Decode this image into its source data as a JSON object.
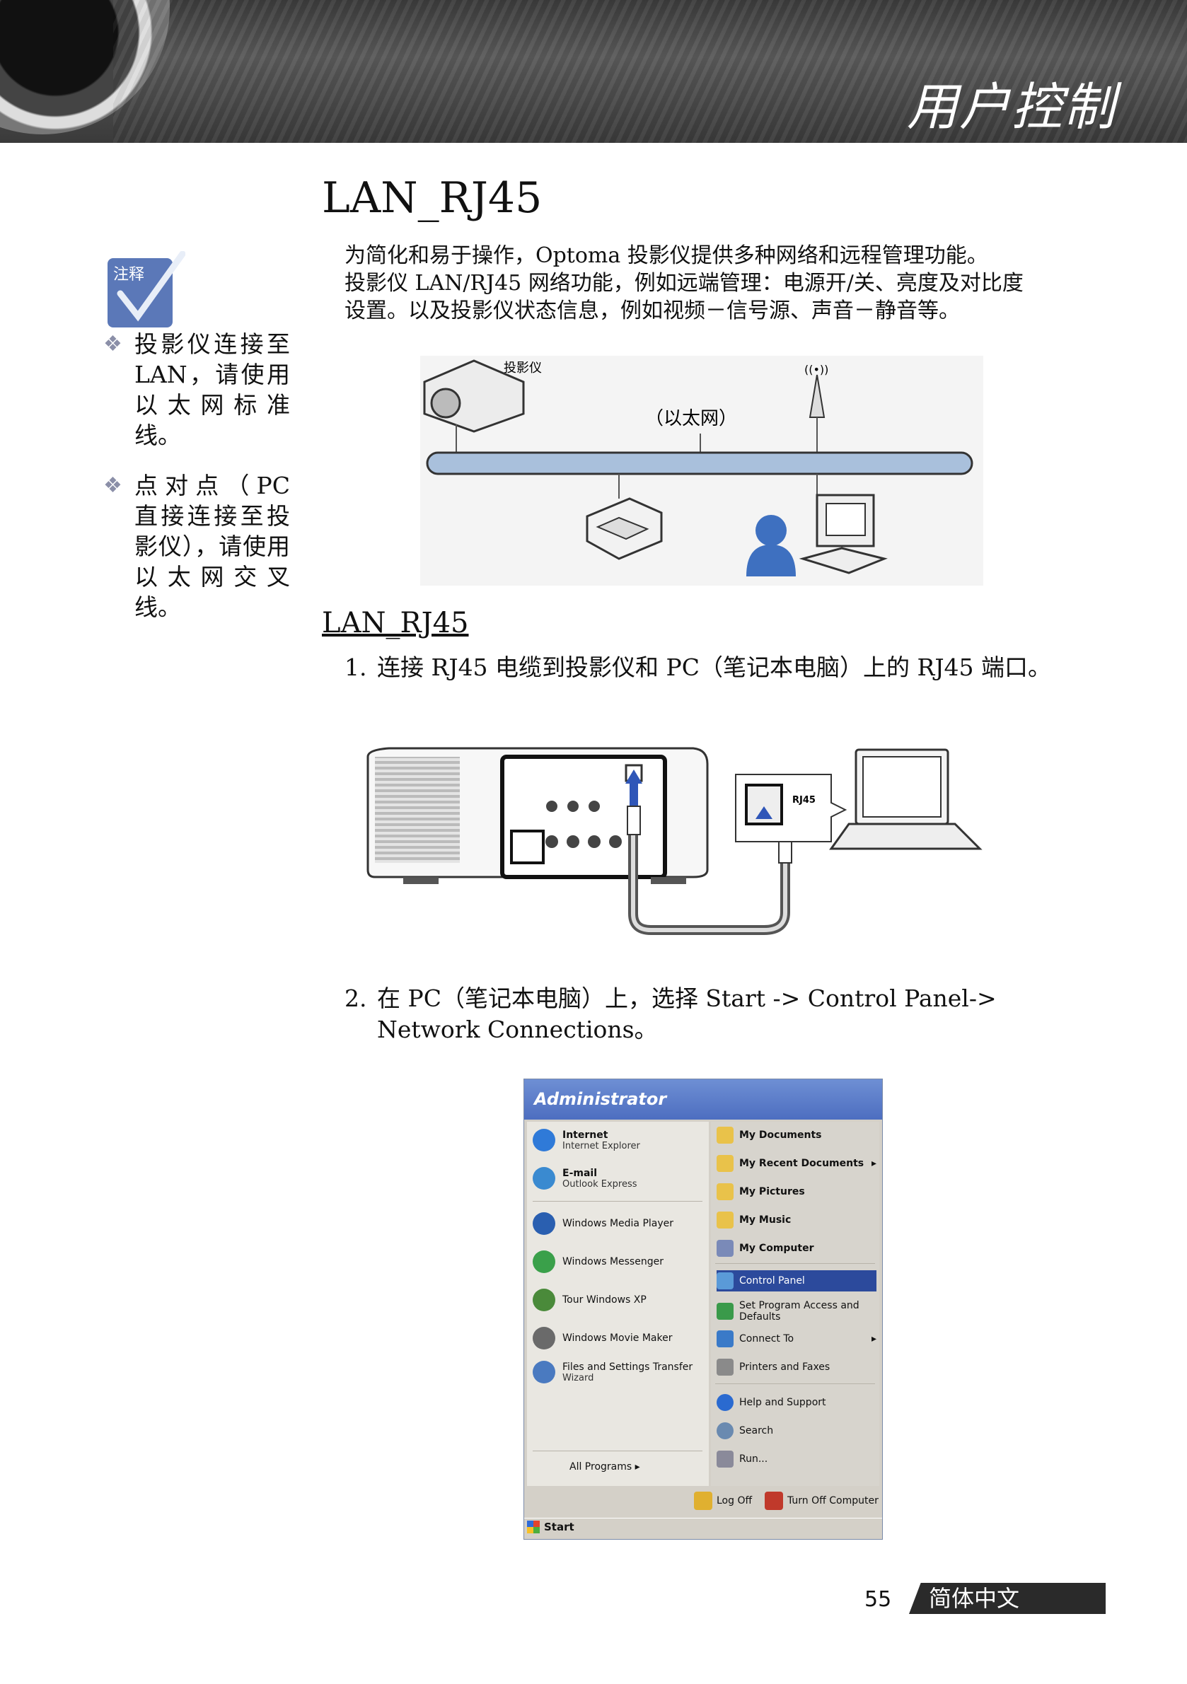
{
  "header": {
    "title": "用户控制"
  },
  "heading": "LAN_RJ45",
  "intro": [
    "为简化和易于操作，Optoma 投影仪提供多种网络和远程管理功能。",
    "投影仪 LAN/RJ45 网络功能，例如远端管理：电源开/关、亮度及对比度",
    "设置。以及投影仪状态信息，例如视频－信号源、声音－静音等。"
  ],
  "note": {
    "icon_label": "注释",
    "items": [
      "投影仪连接至 LAN，请使用以太网标准线。",
      "点对点（PC 直接连接至投影仪），请使用以太网交叉线。"
    ]
  },
  "diagram1": {
    "projector_label": "投影仪",
    "network_label": "（以太网）"
  },
  "subheading": "LAN_RJ45",
  "steps": [
    {
      "num": "1.",
      "text": "连接 RJ45 电缆到投影仪和 PC（笔记本电脑）上的 RJ45 端口。"
    },
    {
      "num": "2.",
      "text": "在 PC（笔记本电脑）上，选择 Start -> Control Panel->",
      "text2": "Network Connections。"
    }
  ],
  "diagram2": {
    "port_label": "RJ45"
  },
  "start_menu": {
    "user": "Administrator",
    "pinned": [
      {
        "title": "Internet",
        "subtitle": "Internet Explorer",
        "icon": "internet-explorer-icon",
        "color": "#2f7ad8"
      },
      {
        "title": "E-mail",
        "subtitle": "Outlook Express",
        "icon": "outlook-express-icon",
        "color": "#3a8ad0"
      }
    ],
    "recent": [
      {
        "title": "Windows Media Player",
        "icon": "media-player-icon",
        "color": "#2a5fb0"
      },
      {
        "title": "Windows Messenger",
        "icon": "messenger-icon",
        "color": "#3aa04a"
      },
      {
        "title": "Tour Windows XP",
        "icon": "tour-xp-icon",
        "color": "#4a8a3a"
      },
      {
        "title": "Windows Movie Maker",
        "icon": "movie-maker-icon",
        "color": "#6a6a6a"
      },
      {
        "title": "Files and Settings Transfer",
        "subtitle": "Wizard",
        "icon": "transfer-wizard-icon",
        "color": "#4a7ac0"
      }
    ],
    "all_programs": "All Programs",
    "right": [
      {
        "label": "My Documents",
        "icon": "my-documents-icon",
        "bold": true,
        "color": "#e9c24a"
      },
      {
        "label": "My Recent Documents",
        "icon": "recent-documents-icon",
        "bold": true,
        "color": "#e9c24a",
        "arrow": true
      },
      {
        "label": "My Pictures",
        "icon": "my-pictures-icon",
        "bold": true,
        "color": "#e9c24a"
      },
      {
        "label": "My Music",
        "icon": "my-music-icon",
        "bold": true,
        "color": "#e9c24a"
      },
      {
        "label": "My Computer",
        "icon": "my-computer-icon",
        "bold": true,
        "color": "#7a8ab8"
      },
      {
        "label": "Control Panel",
        "icon": "control-panel-icon",
        "selected": true,
        "color": "#5a9ad8"
      },
      {
        "label": "Set Program Access and",
        "label2": "Defaults",
        "icon": "program-access-icon",
        "color": "#3a9a4a"
      },
      {
        "label": "Connect To",
        "icon": "connect-to-icon",
        "color": "#3a7ac8",
        "arrow": true
      },
      {
        "label": "Printers and Faxes",
        "icon": "printers-icon",
        "color": "#8a8a8a"
      },
      {
        "label": "Help and Support",
        "icon": "help-icon",
        "color": "#2a6ad0"
      },
      {
        "label": "Search",
        "icon": "search-icon",
        "color": "#6a8ab0"
      },
      {
        "label": "Run...",
        "icon": "run-icon",
        "color": "#8a8a9a"
      }
    ],
    "log_off": "Log Off",
    "turn_off": "Turn Off Computer",
    "start": "Start"
  },
  "footer": {
    "page": "55",
    "language": "简体中文"
  }
}
